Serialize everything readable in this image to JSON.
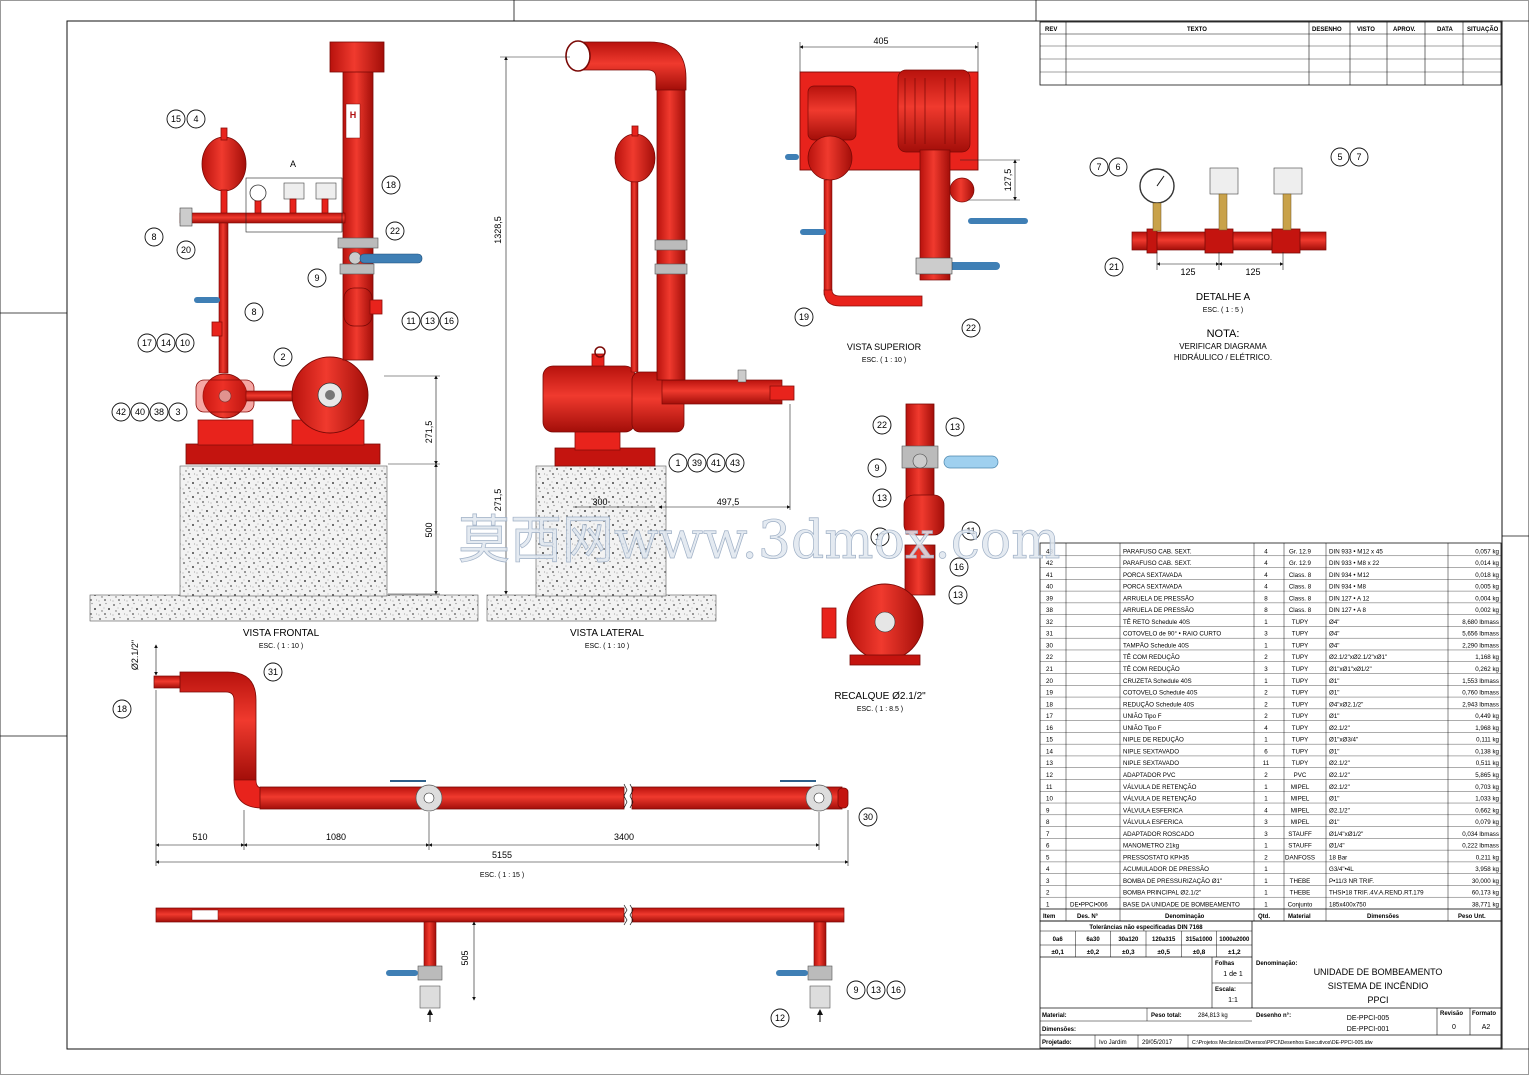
{
  "revision_header": {
    "rev": "REV",
    "texto": "TEXTO",
    "desenho": "DESENHO",
    "visto": "VISTO",
    "aprov": "APROV.",
    "data": "DATA",
    "situacao": "SITUAÇÃO"
  },
  "views": {
    "frontal": {
      "title": "VISTA FRONTAL",
      "scale": "ESC. ( 1 : 10 )"
    },
    "lateral": {
      "title": "VISTA LATERAL",
      "scale": "ESC. ( 1 : 10 )"
    },
    "superior": {
      "title": "VISTA SUPERIOR",
      "scale": "ESC. ( 1 : 10 )"
    },
    "recalque": {
      "title": "RECALQUE Ø2.1/2\"",
      "scale": "ESC. ( 1 : 8.5 )"
    },
    "detalhe": {
      "title": "DETALHE A",
      "scale": "ESC. ( 1 : 5 )"
    },
    "pipe": {
      "scale": "ESC. ( 1 : 15 )"
    }
  },
  "nota": {
    "title": "NOTA:",
    "line1": "VERIFICAR DIAGRAMA",
    "line2": "HIDRÁULICO / ELÉTRICO."
  },
  "dims": {
    "h1328": "1328,5",
    "d405": "405",
    "d1275": "127,5",
    "d125a": "125",
    "d125b": "125",
    "d2715": "271,5",
    "d500": "500",
    "d4975": "497,5",
    "d300": "300",
    "d2715b": "271,5",
    "d510": "510",
    "d1080": "1080",
    "d3400": "3400",
    "d5155": "5155",
    "d505": "505",
    "d212": "Ø2.1/2\"",
    "detA": "A"
  },
  "watermark": "莫西网www.3dmox.com",
  "bom_rows": [
    [
      "43",
      "PARAFUSO CAB. SEXT.",
      "4",
      "Gr. 12.9",
      "DIN 933 • M12 x 45",
      "0,057 kg"
    ],
    [
      "42",
      "PARAFUSO CAB. SEXT.",
      "4",
      "Gr. 12.9",
      "DIN 933 • M8 x 22",
      "0,014 kg"
    ],
    [
      "41",
      "PORCA SEXTAVADA",
      "4",
      "Class. 8",
      "DIN 934 • M12",
      "0,018 kg"
    ],
    [
      "40",
      "PORCA SEXTAVADA",
      "4",
      "Class. 8",
      "DIN 934 • M8",
      "0,005 kg"
    ],
    [
      "39",
      "ARRUELA DE PRESSÃO",
      "8",
      "Class. 8",
      "DIN 127 • A 12",
      "0,004 kg"
    ],
    [
      "38",
      "ARRUELA DE PRESSÃO",
      "8",
      "Class. 8",
      "DIN 127 • A 8",
      "0,002 kg"
    ],
    [
      "32",
      "TÊ RETO Schedule 40S",
      "1",
      "TUPY",
      "Ø4\"",
      "8,680 lbmass"
    ],
    [
      "31",
      "COTOVELO de 90° • RAIO CURTO",
      "3",
      "TUPY",
      "Ø4\"",
      "5,656 lbmass"
    ],
    [
      "30",
      "TAMPÃO Schedule 40S",
      "1",
      "TUPY",
      "Ø4\"",
      "2,290 lbmass"
    ],
    [
      "22",
      "TÊ COM REDUÇÃO",
      "2",
      "TUPY",
      "Ø2.1/2\"xØ2.1/2\"xØ1\"",
      "1,168 kg"
    ],
    [
      "21",
      "TÊ COM REDUÇÃO",
      "3",
      "TUPY",
      "Ø1\"xØ1\"xØ1/2\"",
      "0,262 kg"
    ],
    [
      "20",
      "CRUZETA Schedule 40S",
      "1",
      "TUPY",
      "Ø1\"",
      "1,553 lbmass"
    ],
    [
      "19",
      "COTOVELO Schedule 40S",
      "2",
      "TUPY",
      "Ø1\"",
      "0,760 lbmass"
    ],
    [
      "18",
      "REDUÇÃO Schedule 40S",
      "2",
      "TUPY",
      "Ø4\"xØ2.1/2\"",
      "2,943 lbmass"
    ],
    [
      "17",
      "UNIÃO Tipo F",
      "2",
      "TUPY",
      "Ø1\"",
      "0,449 kg"
    ],
    [
      "16",
      "UNIÃO Tipo F",
      "4",
      "TUPY",
      "Ø2.1/2\"",
      "1,968 kg"
    ],
    [
      "15",
      "NIPLE DE REDUÇÃO",
      "1",
      "TUPY",
      "Ø1\"xØ3/4\"",
      "0,111 kg"
    ],
    [
      "14",
      "NIPLE SEXTAVADO",
      "6",
      "TUPY",
      "Ø1\"",
      "0,138 kg"
    ],
    [
      "13",
      "NIPLE SEXTAVADO",
      "11",
      "TUPY",
      "Ø2.1/2\"",
      "0,511 kg"
    ],
    [
      "12",
      "ADAPTADOR PVC",
      "2",
      "PVC",
      "Ø2.1/2\"",
      "5,865 kg"
    ],
    [
      "11",
      "VÁLVULA DE RETENÇÃO",
      "1",
      "MIPEL",
      "Ø2.1/2\"",
      "0,703 kg"
    ],
    [
      "10",
      "VÁLVULA DE RETENÇÃO",
      "1",
      "MIPEL",
      "Ø1\"",
      "1,033 kg"
    ],
    [
      "9",
      "VÁLVULA ESFERICA",
      "4",
      "MIPEL",
      "Ø2.1/2\"",
      "0,662 kg"
    ],
    [
      "8",
      "VÁLVULA ESFERICA",
      "3",
      "MIPEL",
      "Ø1\"",
      "0,079 kg"
    ],
    [
      "7",
      "ADAPTADOR ROSCADO",
      "3",
      "STAUFF",
      "Ø1/4\"xØ1/2\"",
      "0,034 lbmass"
    ],
    [
      "6",
      "MANOMETRO 21kg",
      "1",
      "STAUFF",
      "Ø1/4\"",
      "0,222 lbmass"
    ],
    [
      "5",
      "PRESSOSTATO KPI•35",
      "2",
      "DANFOSS",
      "18 Bar",
      "0,211 kg"
    ],
    [
      "4",
      "ACUMULADOR DE PRESSÃO",
      "1",
      "",
      "G3/4\"•4L",
      "3,958 kg"
    ],
    [
      "3",
      "BOMBA DE PRESSURIZAÇÃO Ø1\"",
      "1",
      "THEBE",
      "P•11/3 NR TRIF.",
      "30,000 kg"
    ],
    [
      "2",
      "BOMBA PRINCIPAL Ø2.1/2\"",
      "1",
      "THEBE",
      "THSI•18 TRIF..4V.A.REND.RT.179",
      "60,173 kg"
    ],
    [
      "1",
      "BASE DA UNIDADE DE BOMBEAMENTO",
      "1",
      "Conjunto",
      "185x400x750",
      "38,771 kg"
    ]
  ],
  "bom_first_des": "DE•PPCI•006",
  "bom_header": {
    "item": "Item",
    "des": "Des. N°",
    "denom": "Denominação",
    "qtd": "Qtd.",
    "material": "Material",
    "dimensoes": "Dimensões",
    "peso": "Peso Unt."
  },
  "tolerance": {
    "title": "Tolerâncias não especificadas   DIN 7168",
    "ranges": [
      "0a6",
      "6a30",
      "30a120",
      "120a315",
      "315a1000",
      "1000a2000"
    ],
    "values": [
      "±0,1",
      "±0,2",
      "±0,3",
      "±0,5",
      "±0,8",
      "±1,2"
    ]
  },
  "title_block": {
    "folhas_label": "Folhas",
    "folhas_val": "1 de  1",
    "escala_label": "Escala:",
    "escala_val": "1:1",
    "denominacao_label": "Denominação:",
    "den1": "UNIDADE DE BOMBEAMENTO",
    "den2": "SISTEMA DE INCÊNDIO",
    "den3": "PPCI",
    "material_label": "Material:",
    "peso_label": "Peso total:",
    "peso_val": "284,813 kg",
    "dimensoes_label": "Dimensões:",
    "desenho_label": "Desenho n°:",
    "desenho1": "DE-PPCI-005",
    "desenho2": "DE-PPCI-001",
    "revisao_label": "Revisão",
    "revisao_val": "0",
    "formato_label": "Formato",
    "formato_val": "A2",
    "projetado_label": "Projetado:",
    "projetado_val": "Ivo Jardim",
    "data_val": "29/05/2017",
    "path": "C:\\Projetos Mecânicos\\Diversos\\PPCI\\Desenhos Executivos\\DE-PPCI-005.idw"
  }
}
